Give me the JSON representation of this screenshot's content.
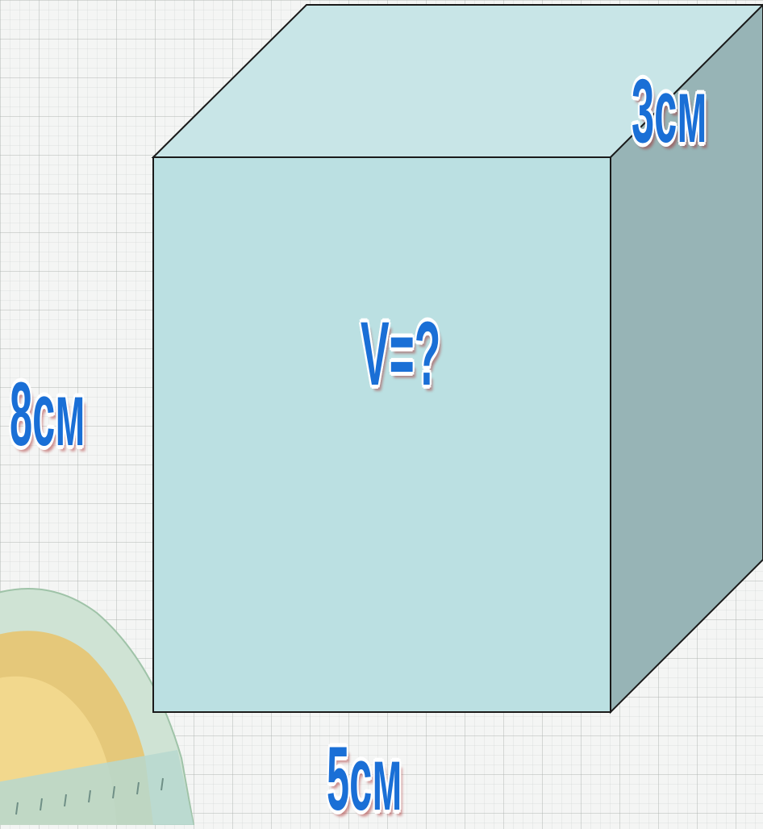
{
  "diagram": {
    "question_label": "V=?",
    "height_label": "8см",
    "depth_label": "3см",
    "width_label": "5см"
  },
  "colors": {
    "front_face": "#bbe0e2",
    "top_face": "#c8e5e7",
    "side_face": "#97b4b6",
    "edge": "#1a1a1a",
    "label_fill": "#1a6fd6",
    "label_stroke": "#0b4aa8",
    "background": "#f4f5f4"
  }
}
